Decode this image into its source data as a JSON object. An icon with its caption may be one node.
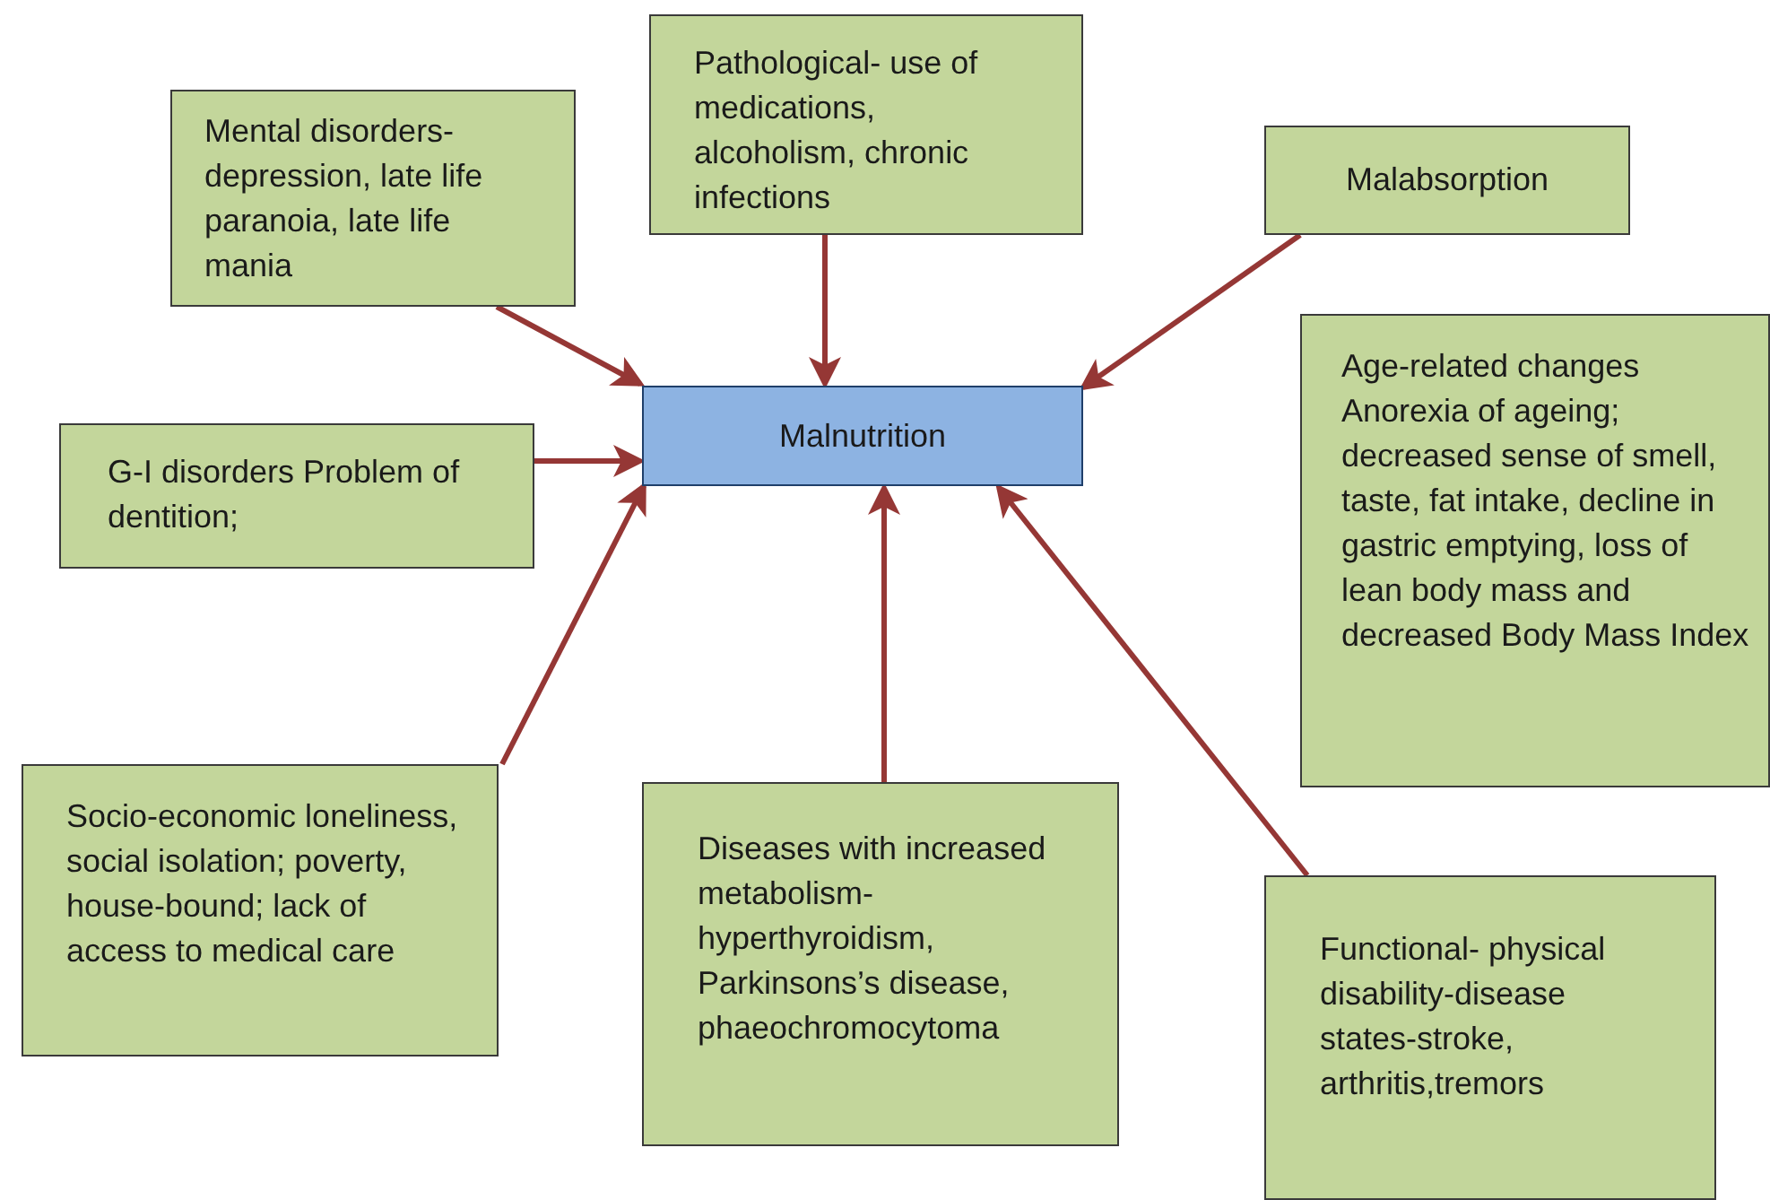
{
  "diagram": {
    "nodes": [
      {
        "text": [
          "Mental disorders- depression, late life paranoia, late life mania"
        ]
      },
      {
        "text": [
          "Pathological- use of medications, alcoholism, chronic infections"
        ]
      },
      {
        "text": [
          "Malabsorption"
        ]
      },
      {
        "text": [
          "Malnutrition"
        ]
      },
      {
        "text": [
          "G-I disorders Problem of dentition;"
        ]
      },
      {
        "text": [
          "Age-related changes Anorexia of ageing; decreased sense of smell, taste, fat intake, decline in gastric emptying, loss of lean body mass and decreased Body Mass Index"
        ]
      },
      {
        "text": [
          "Socio-economic loneliness, social isolation; poverty, house-bound; lack of access to medical care"
        ]
      },
      {
        "text": [
          "Diseases with increased metabolism- hyperthyroidism, Parkinsons’s disease, phaeochromocytoma"
        ]
      },
      {
        "text": [
          "Functional- physical disability-disease states-stroke, arthritis,tremors"
        ]
      }
    ],
    "edges": [
      {
        "from": 0,
        "to": 3,
        "arrow": "to"
      },
      {
        "from": 1,
        "to": 3,
        "arrow": "to"
      },
      {
        "from": 2,
        "to": 3,
        "arrow": "to"
      },
      {
        "from": 4,
        "to": 3,
        "arrow": "to"
      },
      {
        "from": 6,
        "to": 3,
        "arrow": "to"
      },
      {
        "from": 7,
        "to": 3,
        "arrow": "to"
      },
      {
        "from": 8,
        "to": 3,
        "arrow": "to"
      }
    ]
  }
}
